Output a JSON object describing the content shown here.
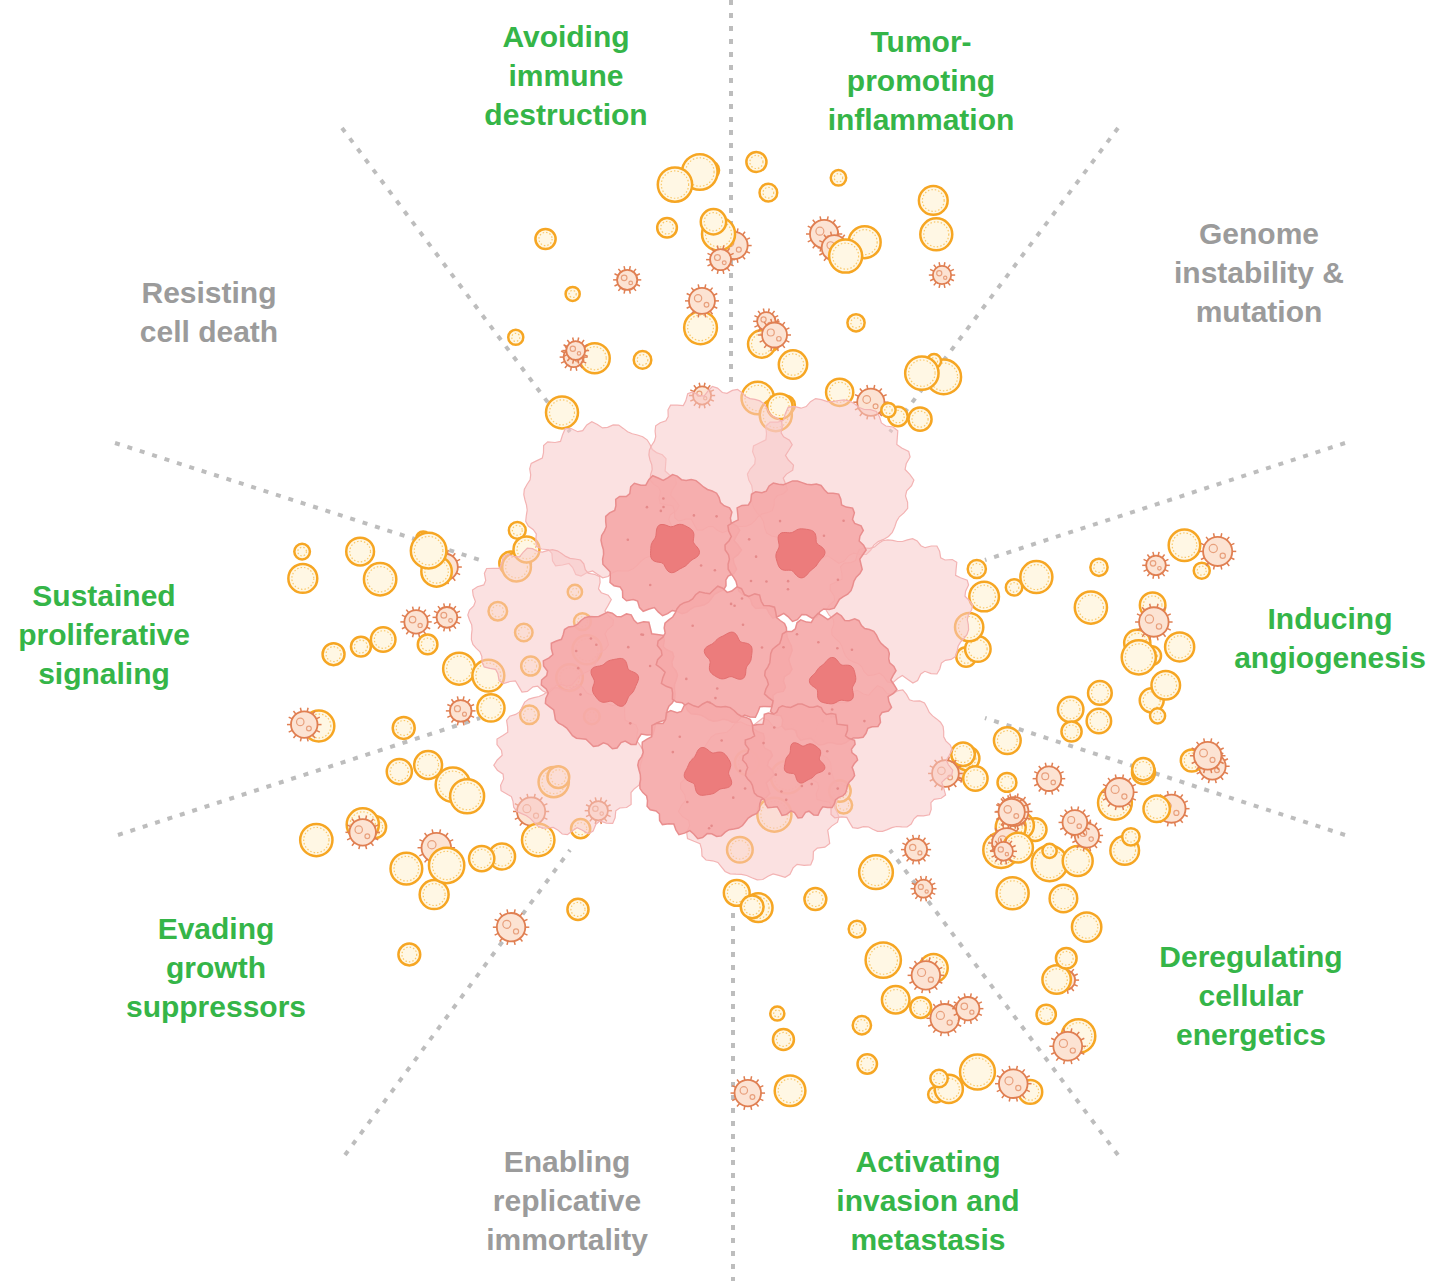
{
  "diagram": {
    "labels": [
      "Avoiding immune destruction",
      "Tumor-promoting inflammation",
      "Resisting cell death",
      "Genome instability & mutation",
      "Sustained proliferative signaling",
      "Inducing angiogenesis",
      "Evading growth suppressors",
      "Deregulating cellular energetics",
      "Enabling replicative immortality",
      "Activating invasion and metastasis"
    ]
  }
}
